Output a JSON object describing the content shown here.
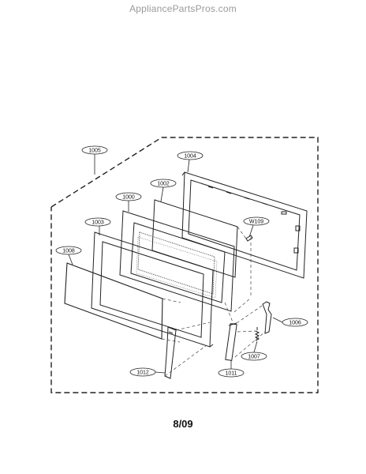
{
  "watermark": "AppliancePartsPros.com",
  "footer_date": "8/09",
  "callouts": [
    "1005",
    "1004",
    "1002",
    "1000",
    "1003",
    "1008",
    "W109",
    "1006",
    "1007",
    "1012",
    "1011"
  ]
}
